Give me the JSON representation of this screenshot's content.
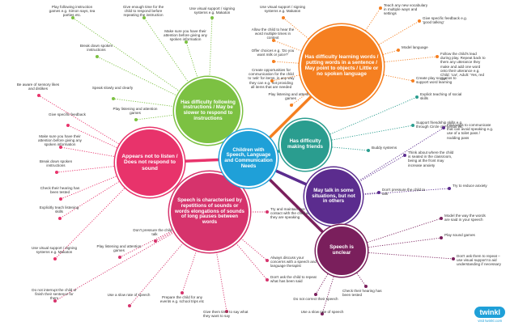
{
  "center": "Children with Speech, Language and Communication Needs",
  "branches": [
    {
      "id": "b1",
      "label": "Has difficulty following instructions / May be slower to respond to instructions",
      "color": "#7cc142"
    },
    {
      "id": "b2",
      "label": "Has difficulty learning words / putting words in a sentence / May point to objects / Little or no spoken language",
      "color": "#f57f20"
    },
    {
      "id": "b3",
      "label": "Has difficulty making friends",
      "color": "#2a9d8f"
    },
    {
      "id": "b4",
      "label": "May talk in some situations, but not in others",
      "color": "#5b2c8e"
    },
    {
      "id": "b5",
      "label": "Speech is unclear",
      "color": "#7a1f5c"
    },
    {
      "id": "b6",
      "label": "Speech is characterised by repetitions of sounds or words elongations of sounds of long pauses between words",
      "color": "#d6336c"
    },
    {
      "id": "b7",
      "label": "Appears not to listen / Does not respond to sound",
      "color": "#e8336b"
    }
  ],
  "notes": {
    "b1": [
      "Play following instruction games e.g. Simon says, tea parties etc.",
      "Give enough time for the child to respond before repeating the instruction",
      "Use visual support / signing systems e.g. Makaton",
      "Make sure you have their attention before giving any spoken information",
      "Break down spoken instructions",
      "Speak slowly and clearly",
      "Play listening and attention games"
    ],
    "b2": [
      "Use visual support / signing systems e.g. Makaton",
      "Teach any new vocabulary in multiple ways and settings",
      "Give specific feedback e.g. 'good talking'",
      "Allow the child to hear the word multiple times in context",
      "Offer choices e.g. 'Do you want milk or juice?'",
      "Model language",
      "Follow the child's lead during play. Repeat back to them any utterance they make and add one word onto their utterance e.g. Child: 'car', Adult: 'Yes, red car'.",
      "Create opportunities for communication for the child to 'ask' for items, in any way they can e.g. not providing all items that are needed",
      "Create play scenarios to support word learning",
      "Play listening and attention games"
    ],
    "b3": [
      "Explicit teaching of social skills",
      "Support friendship skills e.g. through Circle of Friends etc",
      "Buddy systems"
    ],
    "b4": [
      "Find ways to communicate that can avoid speaking e.g. use of a toilet pass / nodding pass",
      "Think about where the child is seated in the classroom, being at the front may increase anxiety",
      "Don't pressure the child to talk",
      "Try to reduce anxiety"
    ],
    "b5": [
      "Model the way the words are said in your speech",
      "Play sound games",
      "Don't ask them to repeat – use visual support to aid understanding if necessary",
      "Do not correct their speech",
      "Check their hearing has been tested",
      "Use a slow rate of speech"
    ],
    "b6": [
      "Don't pressure the child to talk",
      "Try and maintain eye contact with the child when they are speaking",
      "Always discuss your concerns with a speech and language therapist",
      "Don't ask the child to repeat what has been said",
      "Prepare the child for any events e.g. school trips etc",
      "Give them time to say what they want to say",
      "Use a slow rate of speech",
      "Play listening and attention games",
      "Do not interrupt the child or finish their sentence for them"
    ],
    "b7": [
      "Be aware of sensory likes and dislikes",
      "Give specific feedback",
      "Make sure you have their attention before giving any spoken information",
      "Break down spoken instructions",
      "Check their hearing has been tested",
      "Explicitly teach listening skills",
      "Use visual support / signing systems e.g. Makaton"
    ]
  },
  "brand": {
    "logo": "twinkl",
    "url": "visit twinkl.com"
  }
}
